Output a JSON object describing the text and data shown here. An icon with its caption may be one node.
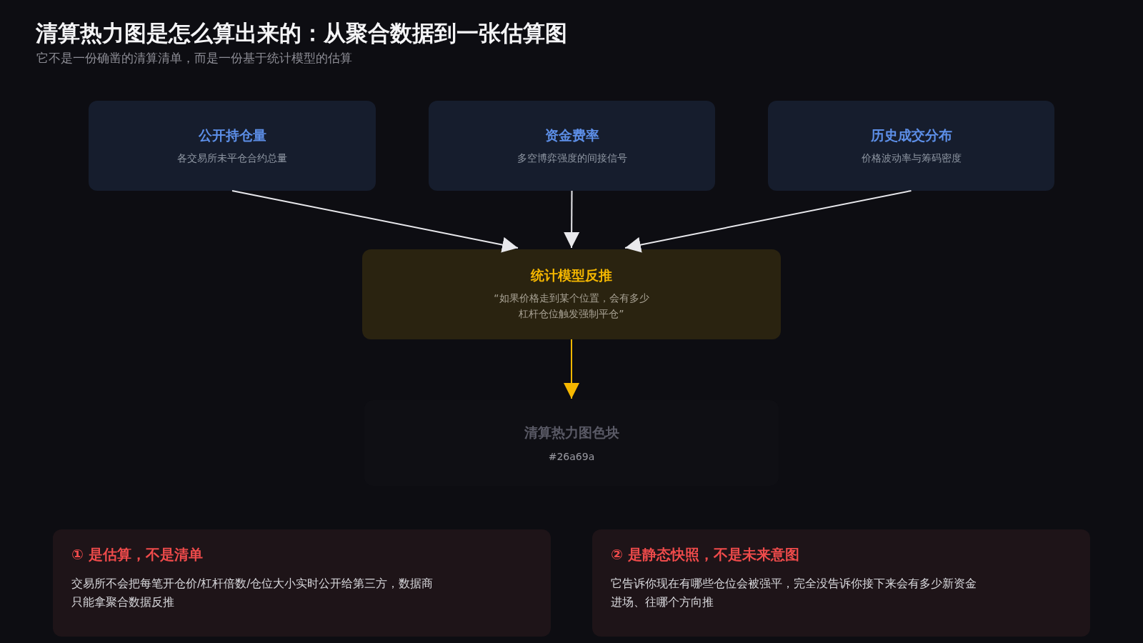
{
  "diagram": {
    "title": "清算热力图是怎么算出来的：从聚合数据到一张估算图",
    "caption": "它不是一份确凿的清算清单，而是一份基于统计模型的估算",
    "nodes": [
      {
        "text": [
          "公开持仓量",
          "各交易所未平仓合约总量"
        ]
      },
      {
        "text": [
          "资金费率",
          "多空博弈强度的间接信号"
        ]
      },
      {
        "text": [
          "历史成交分布",
          "价格波动率与筹码密度"
        ]
      },
      {
        "text": [
          "统计模型反推",
          "“如果价格走到某个位置，会有多少杠杆仓位触发强制平仓”"
        ]
      },
      {
        "text": [
          "清算热力图色块",
          "#26a69a"
        ]
      },
      {
        "text": [
          "① 是估算，不是清单",
          "交易所不会把每笔开仓价/杠杆倍数/仓位大小实时公开给第三方，数据商只能拿聚合数据反推"
        ]
      },
      {
        "text": [
          "② 是静态快照，不是未来意图",
          "它告诉你现在有哪些仓位会被强平，完全没告诉你接下来会有多少新资金进场、往哪个方向推"
        ]
      }
    ],
    "edges": [
      {
        "from": 0,
        "to": 3,
        "arrow": "to"
      },
      {
        "from": 1,
        "to": 3,
        "arrow": "to"
      },
      {
        "from": 2,
        "to": 3,
        "arrow": "to"
      },
      {
        "from": 3,
        "to": 4,
        "arrow": "to",
        "color": "#f5b700"
      }
    ]
  }
}
